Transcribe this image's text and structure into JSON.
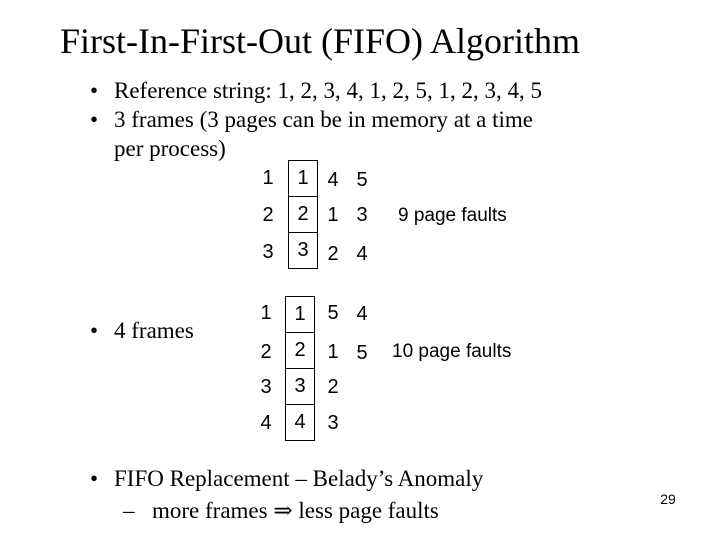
{
  "colors": {
    "background": "#ffffff",
    "text": "#000000",
    "box_border": "#000000"
  },
  "markers": {
    "bullet": "•",
    "dash": "–"
  },
  "slide": {
    "title": "First-In-First-Out (FIFO) Algorithm",
    "page_number": "29"
  },
  "bullets": {
    "reference_string": "Reference string: 1, 2, 3, 4, 1, 2, 5, 1, 2, 3, 4, 5",
    "three_frames": "3 frames (3 pages can be in memory at a time per process)",
    "four_frames": "4 frames",
    "fifo_replacement": "FIFO Replacement – Belady’s Anomaly",
    "belady_sub": "more frames ⇒ less page faults"
  },
  "diagram_3_frames": {
    "frame_labels": [
      "1",
      "2",
      "3"
    ],
    "frame_contents": [
      "1",
      "2",
      "3"
    ],
    "column_1": [
      "4",
      "1",
      "2"
    ],
    "column_2": [
      "5",
      "3",
      "4"
    ],
    "caption": "9 page faults"
  },
  "diagram_4_frames": {
    "frame_labels": [
      "1",
      "2",
      "3",
      "4"
    ],
    "frame_contents": [
      "1",
      "2",
      "3",
      "4"
    ],
    "column_1": [
      "5",
      "1",
      "2",
      "3"
    ],
    "column_2": [
      "4",
      "5"
    ],
    "caption": "10 page faults"
  }
}
